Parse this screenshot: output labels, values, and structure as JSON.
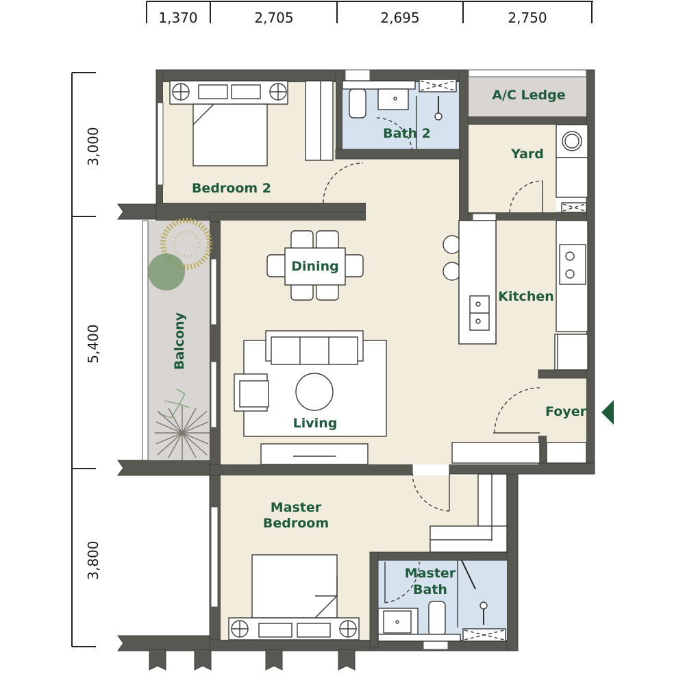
{
  "dimensions": {
    "top": [
      "1,370",
      "2,705",
      "2,695",
      "2,750"
    ],
    "left": [
      "3,000",
      "5,400",
      "3,800"
    ]
  },
  "rooms": {
    "bedroom2": "Bedroom 2",
    "bath2": "Bath 2",
    "ac_ledge": "A/C Ledge",
    "yard": "Yard",
    "dining": "Dining",
    "kitchen": "Kitchen",
    "balcony": "Balcony",
    "living": "Living",
    "foyer": "Foyer",
    "master_bedroom_line1": "Master",
    "master_bedroom_line2": "Bedroom",
    "master_bath_line1": "Master",
    "master_bath_line2": "Bath"
  },
  "entrance": {
    "icon": "entrance-arrow-icon",
    "color": "#1f5b3a"
  },
  "colors": {
    "wall": "#585852",
    "floor": "#f2ecdc",
    "wet_area": "#d6e3ef",
    "ledge": "#d8d5d3",
    "label": "#1f5b3a"
  }
}
